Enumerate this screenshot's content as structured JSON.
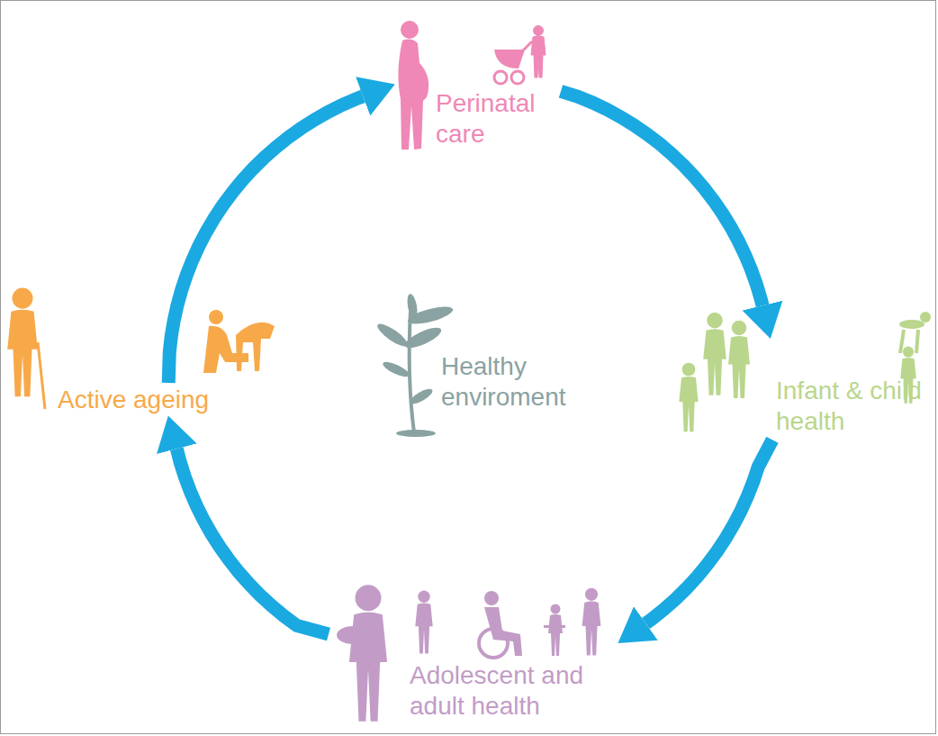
{
  "diagram": {
    "nodes": [
      {
        "text": [
          "Perinatal care"
        ]
      },
      {
        "text": [
          "Infant & child health"
        ]
      },
      {
        "text": [
          "Adolescent and adult health"
        ]
      },
      {
        "text": [
          "Active ageing"
        ]
      }
    ],
    "edges": [
      {
        "from": 0,
        "to": 1,
        "arrow": "to"
      },
      {
        "from": 1,
        "to": 2,
        "arrow": "to"
      },
      {
        "from": 2,
        "to": 3,
        "arrow": "to"
      },
      {
        "from": 3,
        "to": 0,
        "arrow": "to"
      }
    ],
    "labels": [
      "Healthy enviroment"
    ]
  }
}
